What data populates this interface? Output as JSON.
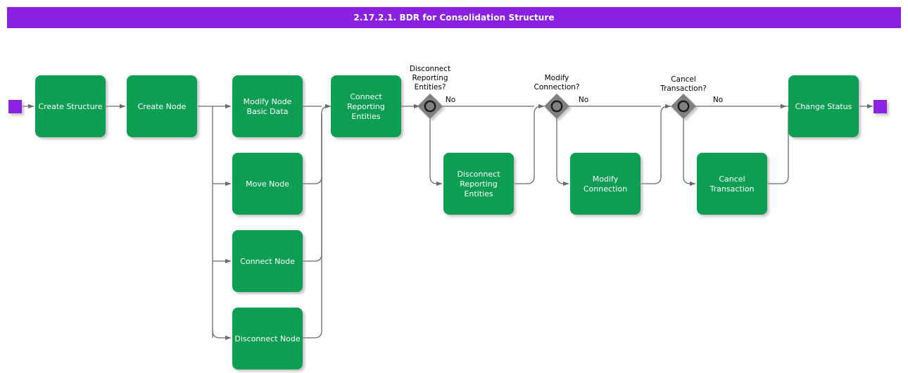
{
  "header": {
    "title": "2.17.2.1. BDR for Consolidation Structure",
    "bar_color": "#8A21E0",
    "title_color": "#ffffff"
  },
  "colors": {
    "task_fill": "#0C9E53",
    "task_text": "#ffffff",
    "gateway_fill": "#808080",
    "gateway_ring": "#1a1a1a",
    "flow_stroke": "#6b6b6b",
    "marker_fill": "#8A21E0",
    "background": "#ffffff"
  },
  "diagram": {
    "type": "flowchart",
    "notation": "bpmn",
    "start_marker": {
      "name": "start-event",
      "shape": "square",
      "color": "#8A21E0"
    },
    "end_marker": {
      "name": "end-event",
      "shape": "square",
      "color": "#8A21E0"
    },
    "tasks": [
      {
        "id": "create-structure",
        "label": "Create Structure"
      },
      {
        "id": "create-node",
        "label": "Create Node"
      },
      {
        "id": "modify-node-basic",
        "label_line1": "Modify Node",
        "label_line2": "Basic Data"
      },
      {
        "id": "move-node",
        "label": "Move Node"
      },
      {
        "id": "connect-node",
        "label": "Connect Node"
      },
      {
        "id": "disconnect-node",
        "label": "Disconnect Node"
      },
      {
        "id": "connect-reporting-entities",
        "label_line1": "Connect",
        "label_line2": "Reporting",
        "label_line3": "Entities"
      },
      {
        "id": "disconnect-reporting-entities",
        "label_line1": "Disconnect",
        "label_line2": "Reporting",
        "label_line3": "Entities"
      },
      {
        "id": "modify-connection",
        "label_line1": "Modify",
        "label_line2": "Connection"
      },
      {
        "id": "cancel-transaction",
        "label_line1": "Cancel",
        "label_line2": "Transaction"
      },
      {
        "id": "change-status",
        "label": "Change Status"
      }
    ],
    "gateways": [
      {
        "id": "gw-disconnect-reporting-entities",
        "label_line1": "Disconnect",
        "label_line2": "Reporting",
        "label_line3": "Entities?",
        "outgoing_label": "No"
      },
      {
        "id": "gw-modify-connection",
        "label_line1": "Modify",
        "label_line2": "Connection?",
        "outgoing_label": "No"
      },
      {
        "id": "gw-cancel-transaction",
        "label_line1": "Cancel",
        "label_line2": "Transaction?",
        "outgoing_label": "No"
      }
    ]
  }
}
